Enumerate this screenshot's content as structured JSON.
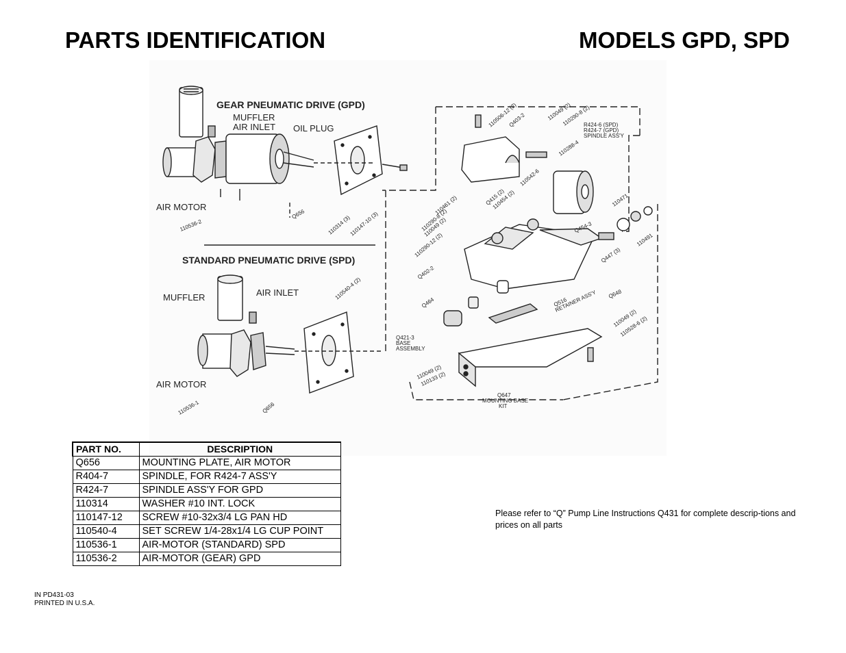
{
  "header": {
    "title_left": "PARTS IDENTIFICATION",
    "title_right": "MODELS GPD, SPD"
  },
  "diagram": {
    "gpd_title": "GEAR PNEUMATIC DRIVE (GPD)",
    "spd_title": "STANDARD PNEUMATIC DRIVE (SPD)",
    "labels": {
      "muffler": "MUFFLER",
      "air_inlet": "AIR INLET",
      "oil_plug": "OIL PLUG",
      "air_motor": "AIR MOTOR",
      "gpd_motor_part": "110536-2",
      "gpd_plate_part": "Q656",
      "washer_part": "110314 (3)",
      "screw_part": "110147-10 (3)",
      "spd_muffler": "MUFFLER",
      "spd_air_inlet": "AIR INLET",
      "spd_air_motor": "AIR MOTOR",
      "spd_motor_part": "110536-1",
      "spd_plate_part": "Q656",
      "setscrew_part": "110540-4 (2)",
      "p110506": "110506-12 (2)",
      "q403": "Q403-2",
      "p110049a": "110049 (2)",
      "p110290a": "110290-8 (2)",
      "r424_6": "R424-6 (SPD)",
      "r424_7": "R424-7 (GPD)",
      "spindle_assy": "SPINDLE ASS'Y",
      "p110288": "110288-4",
      "p110542": "110542-6",
      "q415": "Q415 (2)",
      "p110454": "110454 (2)",
      "p110461": "110461 (2)",
      "p110290b": "110290-8 (2)",
      "p110049b": "110049 (2)",
      "p110290c": "110290-12 (2)",
      "q454": "Q454-3",
      "p110471": "110471",
      "q447": "Q447 (3)",
      "p110491": "110491",
      "q402": "Q402-2",
      "q464": "Q464",
      "q516": "Q516",
      "retainer": "RETAINER ASS'Y",
      "q648": "Q648",
      "q421": "Q421-3",
      "base": "BASE",
      "assembly": "ASSEMBLY",
      "p110049c": "110049 (2)",
      "p110528": "110528-6 (2)",
      "p110049d": "110049 (2)",
      "p110133": "110133 (2)",
      "q647": "Q647",
      "mounting_base": "MOUNTING BASE",
      "kit": "KIT"
    }
  },
  "parts_table": {
    "headers": [
      "PART NO.",
      "DESCRIPTION"
    ],
    "rows": [
      [
        "Q656",
        "MOUNTING PLATE, AIR MOTOR"
      ],
      [
        "R404-7",
        "SPINDLE, FOR R424-7 ASS'Y"
      ],
      [
        "R424-7",
        "SPINDLE ASS'Y FOR GPD"
      ],
      [
        "110314",
        "WASHER #10 INT. LOCK"
      ],
      [
        "110147-12",
        "SCREW #10-32x3/4 LG PAN HD"
      ],
      [
        "110540-4",
        "SET SCREW 1/4-28x1/4 LG CUP POINT"
      ],
      [
        "110536-1",
        "AIR-MOTOR (STANDARD) SPD"
      ],
      [
        "110536-2",
        "AIR-MOTOR (GEAR) GPD"
      ]
    ]
  },
  "note": "Please refer to “Q” Pump Line Instructions Q431 for complete descrip-tions and prices on all parts",
  "footer": {
    "line1": "IN PD431-03",
    "line2": "PRINTED IN U.S.A."
  }
}
